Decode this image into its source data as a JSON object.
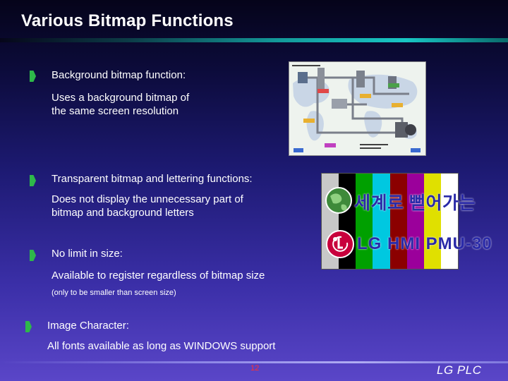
{
  "slide": {
    "title": "Various Bitmap Functions",
    "page_number": "12",
    "logo": "LG PLC"
  },
  "bullets": [
    {
      "heading": "Background bitmap function:",
      "body": [
        "Uses a background bitmap of",
        "the same screen resolution"
      ]
    },
    {
      "heading": "Transparent bitmap and lettering functions:",
      "body": [
        "Does not display the unnecessary part of",
        "bitmap and background letters"
      ]
    },
    {
      "heading": "No limit in size:",
      "body": [
        "Available to register regardless of bitmap size"
      ],
      "note": "(only to be smaller than screen size)"
    },
    {
      "heading": "Image Character:",
      "body": [
        "All fonts available as long as WINDOWS support"
      ]
    }
  ],
  "picture2": {
    "korean_text": "세계로 뻗어가는",
    "english_text": "LG HMI PMU-30",
    "bar_colors": [
      "#c8c8c8",
      "#000000",
      "#00a000",
      "#00c8e0",
      "#8b0000",
      "#9b009b",
      "#e0e000",
      "#ffffff"
    ]
  },
  "colors": {
    "bullet": "#2eb84a",
    "page_number": "#ff3030",
    "rule": "#18c6c4"
  }
}
